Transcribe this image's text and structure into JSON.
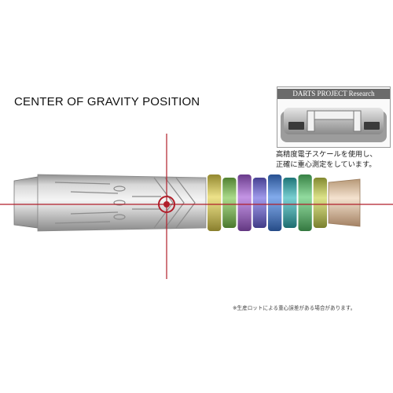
{
  "title": "CENTER OF GRAVITY POSITION",
  "research_label": "DARTS PROJECT Research",
  "japanese_description": [
    "高精度電子スケールを使用し、",
    "正確に重心測定をしています。"
  ],
  "footnote": "※生産ロットによる重心誤差がある場合があります。",
  "colors": {
    "crosshair": "#b11e2a",
    "barrel_silver": "#c9c9c9",
    "rainbow": [
      "#e3d24a",
      "#7cc64b",
      "#a35bd6",
      "#6c63e0",
      "#3e7de0",
      "#2fb4b8",
      "#56c76a",
      "#c9d34a"
    ]
  },
  "icons": [
    "crosshair-target-icon",
    "digital-scale-icon"
  ]
}
